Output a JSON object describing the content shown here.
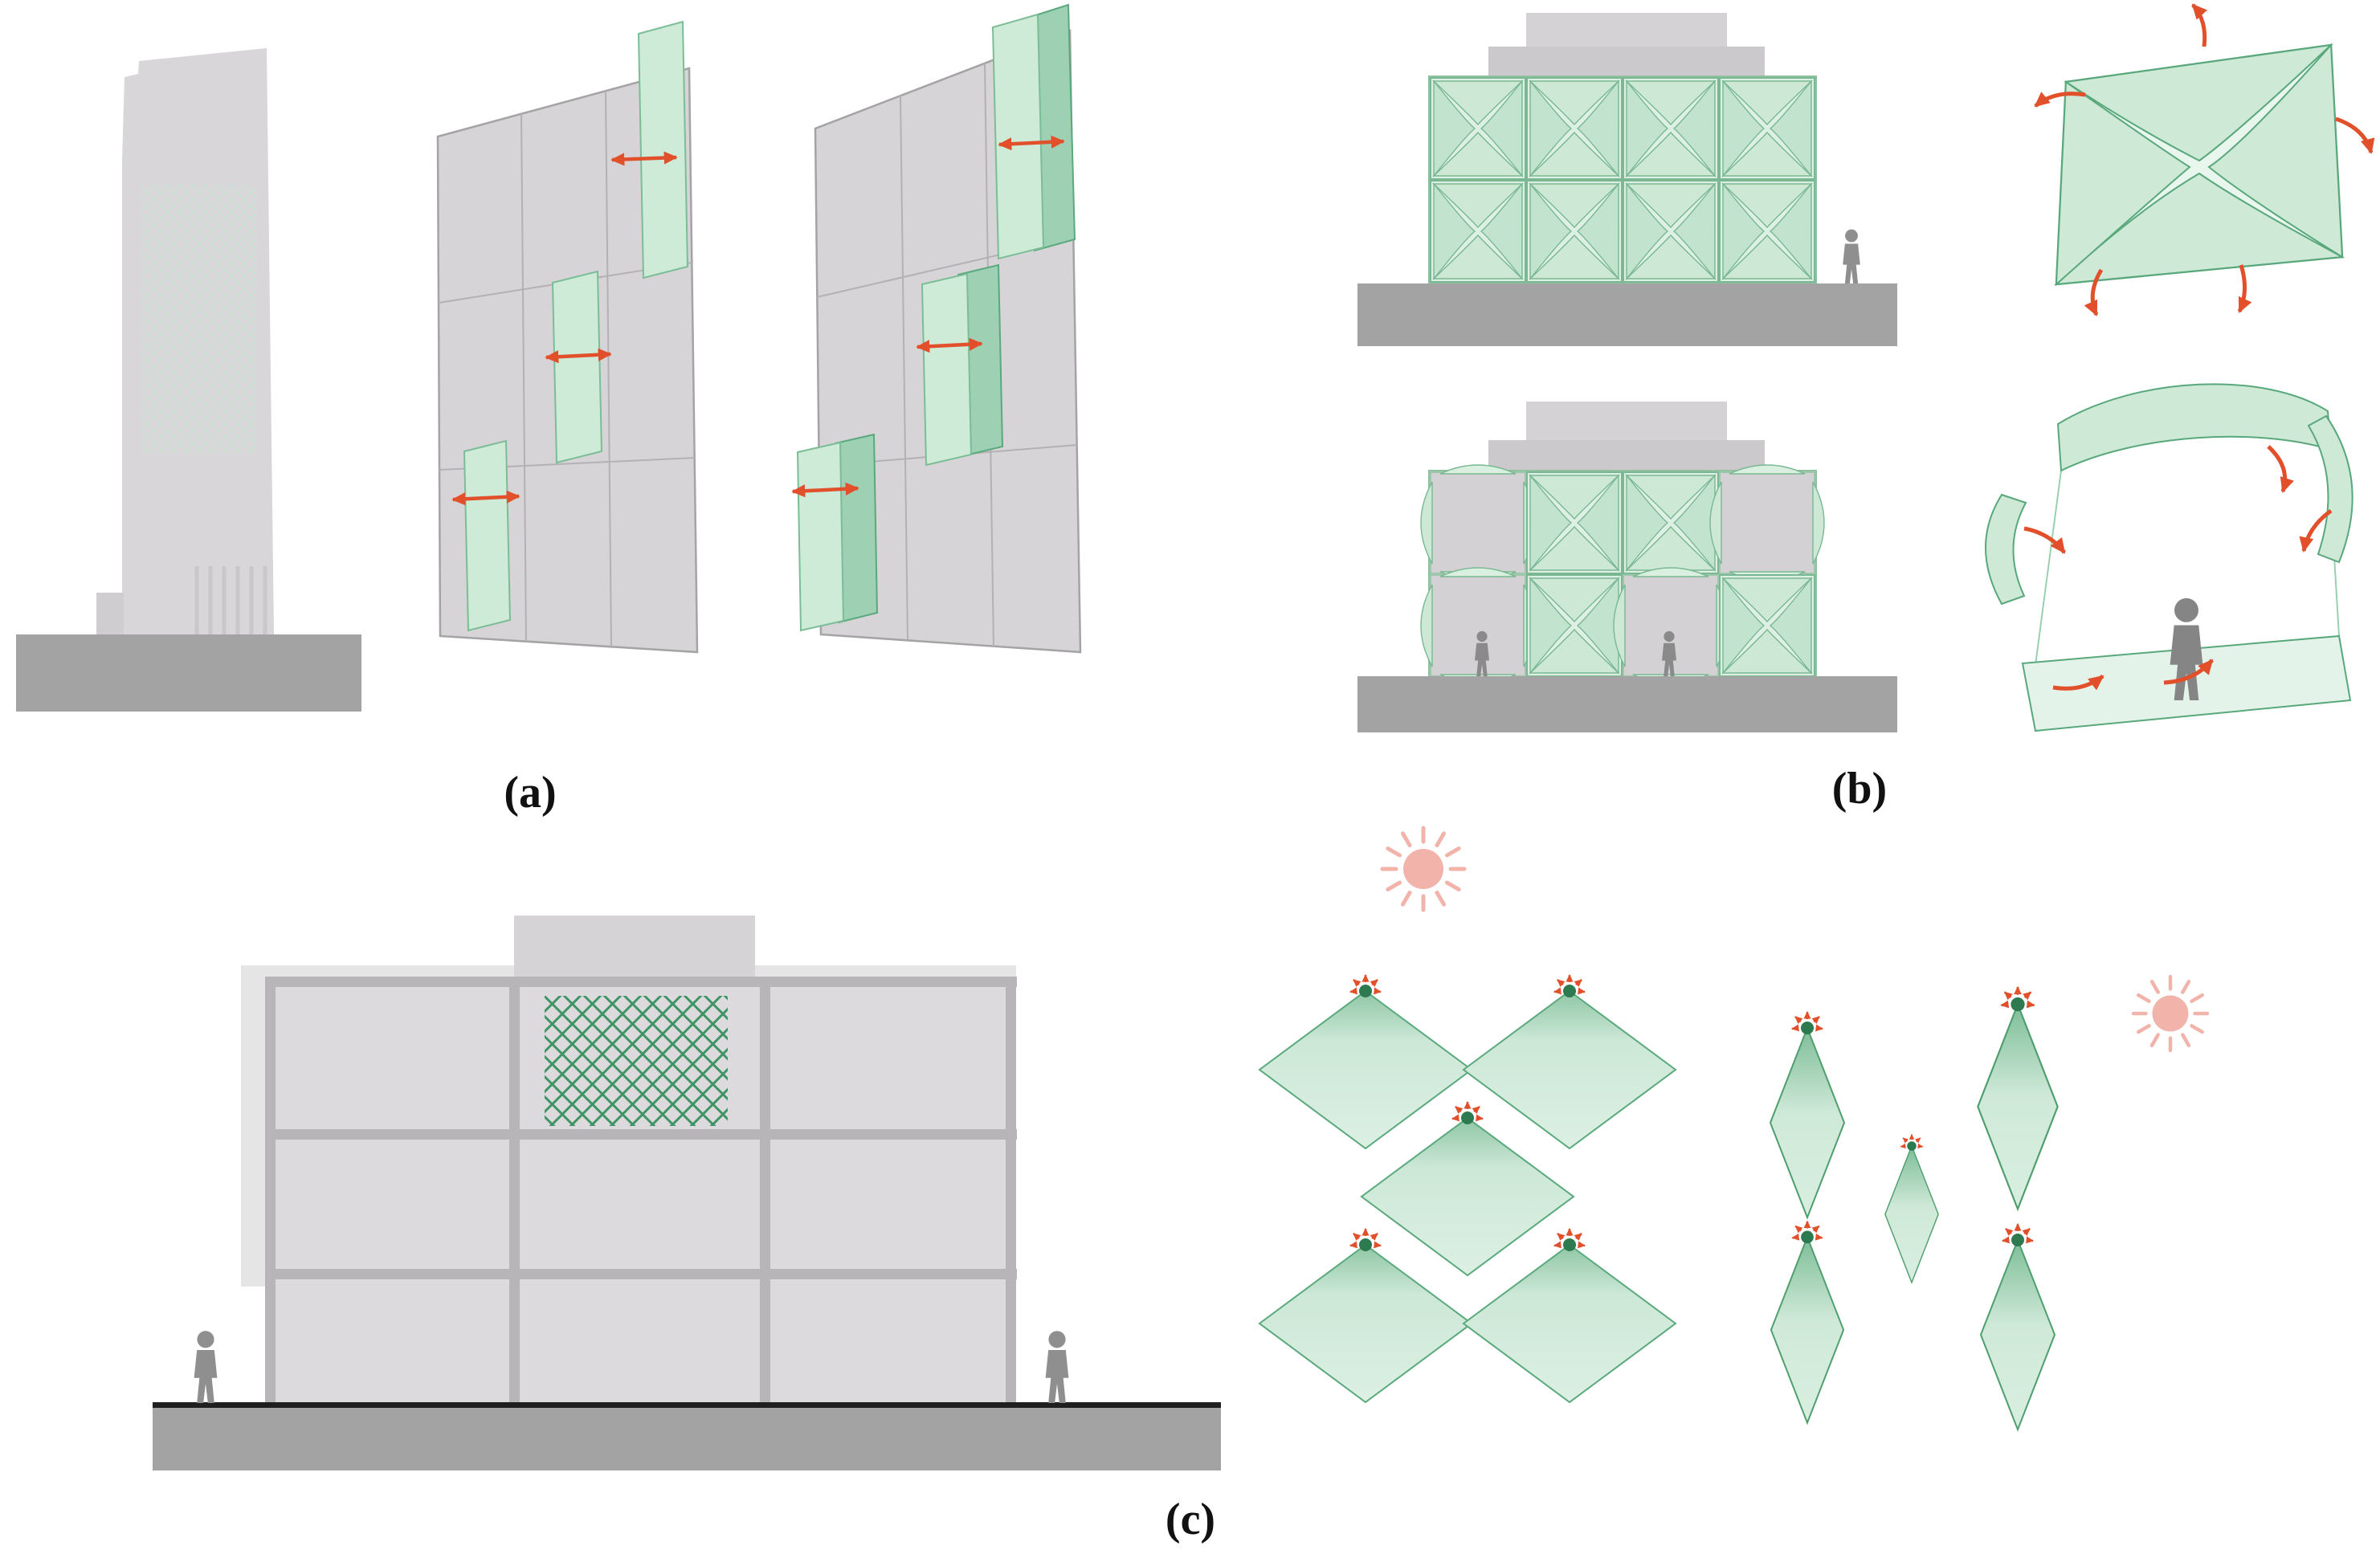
{
  "figure": {
    "panel_a": {
      "label": "(a)"
    },
    "panel_b": {
      "label": "(b)"
    },
    "panel_c": {
      "label": "(c)"
    }
  },
  "colors": {
    "panel_green_fill": "#d9efdf",
    "panel_green_mid": "#cde9d6",
    "panel_green_dark": "#9ed0b4",
    "panel_green_stroke": "#5aa97c",
    "arrow_red": "#e1502a",
    "building_gray": "#d8d6d8",
    "frame_gray": "#b7b5b7",
    "ground_gray": "#a3a3a3",
    "ground_line_black": "#1f1f1f",
    "person_gray": "#8f8f8f",
    "sun_pink": "#f2b3ab",
    "pivot_dot_green": "#2e7a50"
  },
  "icons": {
    "sun": "sun-icon",
    "double_arrow": "slide-arrow-icon",
    "curved_arrow": "rotate-arrow-icon",
    "pivot": "pivot-dot-icon"
  }
}
